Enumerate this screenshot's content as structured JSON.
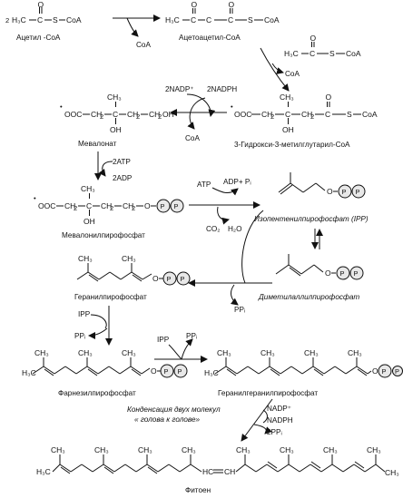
{
  "molecules": {
    "acetyl_coa": {
      "name": "Ацетил -CoA",
      "prefix": "2",
      "left": "H₃C",
      "s": "S",
      "coa": "CoA",
      "o": "O"
    },
    "acetoacetyl_coa": {
      "name": "Ацетоацетил-CoA",
      "left": "H₃C",
      "s": "S",
      "coa": "CoA",
      "o": "O"
    },
    "acetyl_coa_2": {
      "left": "H₃C",
      "s": "S",
      "coa": "CoA",
      "o": "O"
    },
    "hmg_coa": {
      "name": "3-Гидрокси-3-метилглутарил-CoA",
      "left": "OOC",
      "ch3": "CH₃",
      "oh": "OH",
      "s": "S",
      "coa": "CoA",
      "o": "O"
    },
    "mevalonate": {
      "name": "Мевалонат",
      "chain": "OOC—CH₂—C—CH₂—CH₂OH",
      "ch3": "CH₃",
      "oh": "OH"
    },
    "mevalonyl_pp": {
      "name": "Мевалонилпирофосфат",
      "chain": "OOC—CH₂—C—CH₂—CH₂—O",
      "ch3": "CH₃",
      "oh": "OH"
    },
    "ipp": {
      "name": "Изопентенилпирофосфат  (IPP)"
    },
    "dmapp": {
      "name": "Диметилаллилпирофосфат"
    },
    "gpp": {
      "name": "Геранилпирофосфат"
    },
    "fpp": {
      "name": "Фарнезилпирофосфат"
    },
    "ggpp": {
      "name": "Геранилгеранилпирофосфат"
    },
    "phytoene": {
      "name": "Фитоен",
      "left": "H₃C",
      "right": "CH₃",
      "center_left": "HC",
      "center_right": "CH"
    }
  },
  "chem": {
    "ch3": "CH₃",
    "o": "O",
    "p": "P",
    "c": "C",
    "coa": "CoA",
    "h3c": "H₃C"
  },
  "reagents": {
    "coa_release_1": "CoA",
    "coa_release_2": "CoA",
    "coa_release_3": "CoA",
    "nadp_plus": "2NADP⁺",
    "nadph": "2NADPH",
    "atp_2": "2ATP",
    "adp_2": "2ADP",
    "atp": "ATP",
    "adp_pi": "ADP+ Pᵢ",
    "co2": "CO₂",
    "h2o": "H₂O",
    "ipp_in_1": "IPP",
    "ppi_out_1": "PPᵢ",
    "ppi_out_gpp": "PPᵢ",
    "ipp_in_2": "IPP",
    "ppi_out_2": "PPᵢ",
    "nadp_plus_2": "NADP⁺",
    "nadph_2": "NADPH",
    "ppi2": "2PPᵢ"
  },
  "annotation": {
    "line1": "Конденсация двух молекул",
    "line2": "« голова к голове»"
  }
}
